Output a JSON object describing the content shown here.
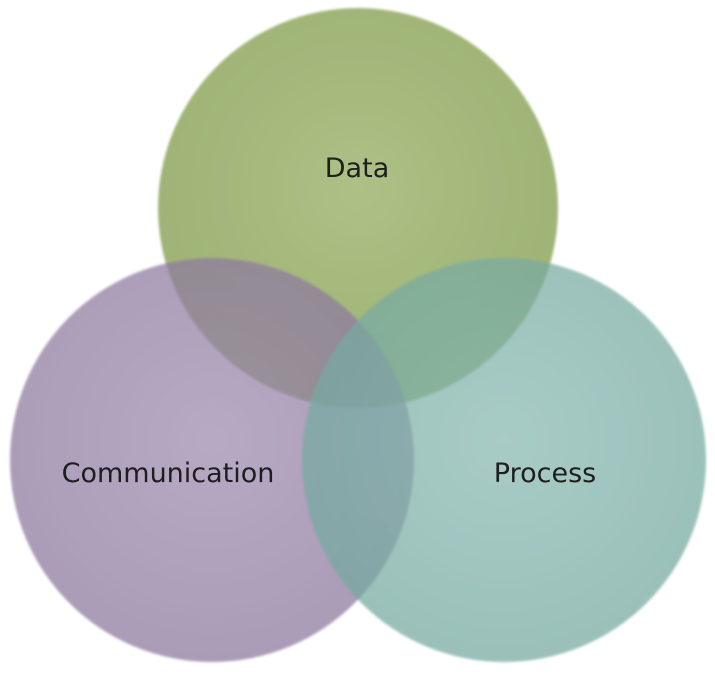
{
  "diagram": {
    "type": "venn",
    "sets": [
      {
        "label": "Data",
        "color": "#9fb574"
      },
      {
        "label": "Communication",
        "color": "#927ea3"
      },
      {
        "label": "Process",
        "color": "#7cafa6"
      }
    ]
  }
}
